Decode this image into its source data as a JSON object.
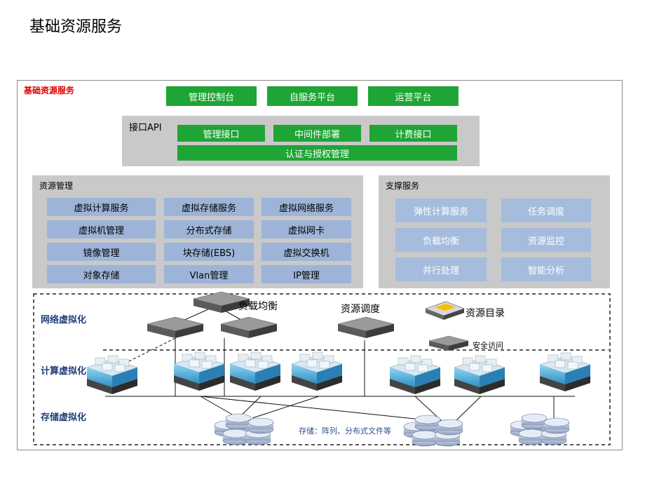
{
  "page_title": "基础资源服务",
  "frame_label": "基础资源服务",
  "top_platforms": [
    "管理控制台",
    "自服务平台",
    "运营平台"
  ],
  "api": {
    "title": "接口API",
    "items": [
      "管理接口",
      "中间件部署",
      "计费接口"
    ],
    "auth": "认证与授权管理"
  },
  "resource_mgmt": {
    "title": "资源管理",
    "grid": [
      [
        "虚拟计算服务",
        "虚拟存储服务",
        "虚拟网络服务"
      ],
      [
        "虚拟机管理",
        "分布式存储",
        "虚拟网卡"
      ],
      [
        "镜像管理",
        "块存储(EBS)",
        "虚拟交换机"
      ],
      [
        "对象存储",
        "Vlan管理",
        "IP管理"
      ]
    ]
  },
  "support": {
    "title": "支撑服务",
    "grid": [
      [
        "弹性计算服务",
        "任务调度"
      ],
      [
        "负载均衡",
        "资源监控"
      ],
      [
        "并行处理",
        "智能分析"
      ]
    ]
  },
  "layers": {
    "network": "网络虚拟化",
    "compute": "计算虚拟化",
    "storage": "存储虚拟化"
  },
  "diagram_labels": {
    "load_balance": "负载均衡",
    "scheduling": "资源调度",
    "catalog": "资源目录",
    "secure_access": "安全访问",
    "storage_note": "存储：阵列、分布式文件等"
  }
}
